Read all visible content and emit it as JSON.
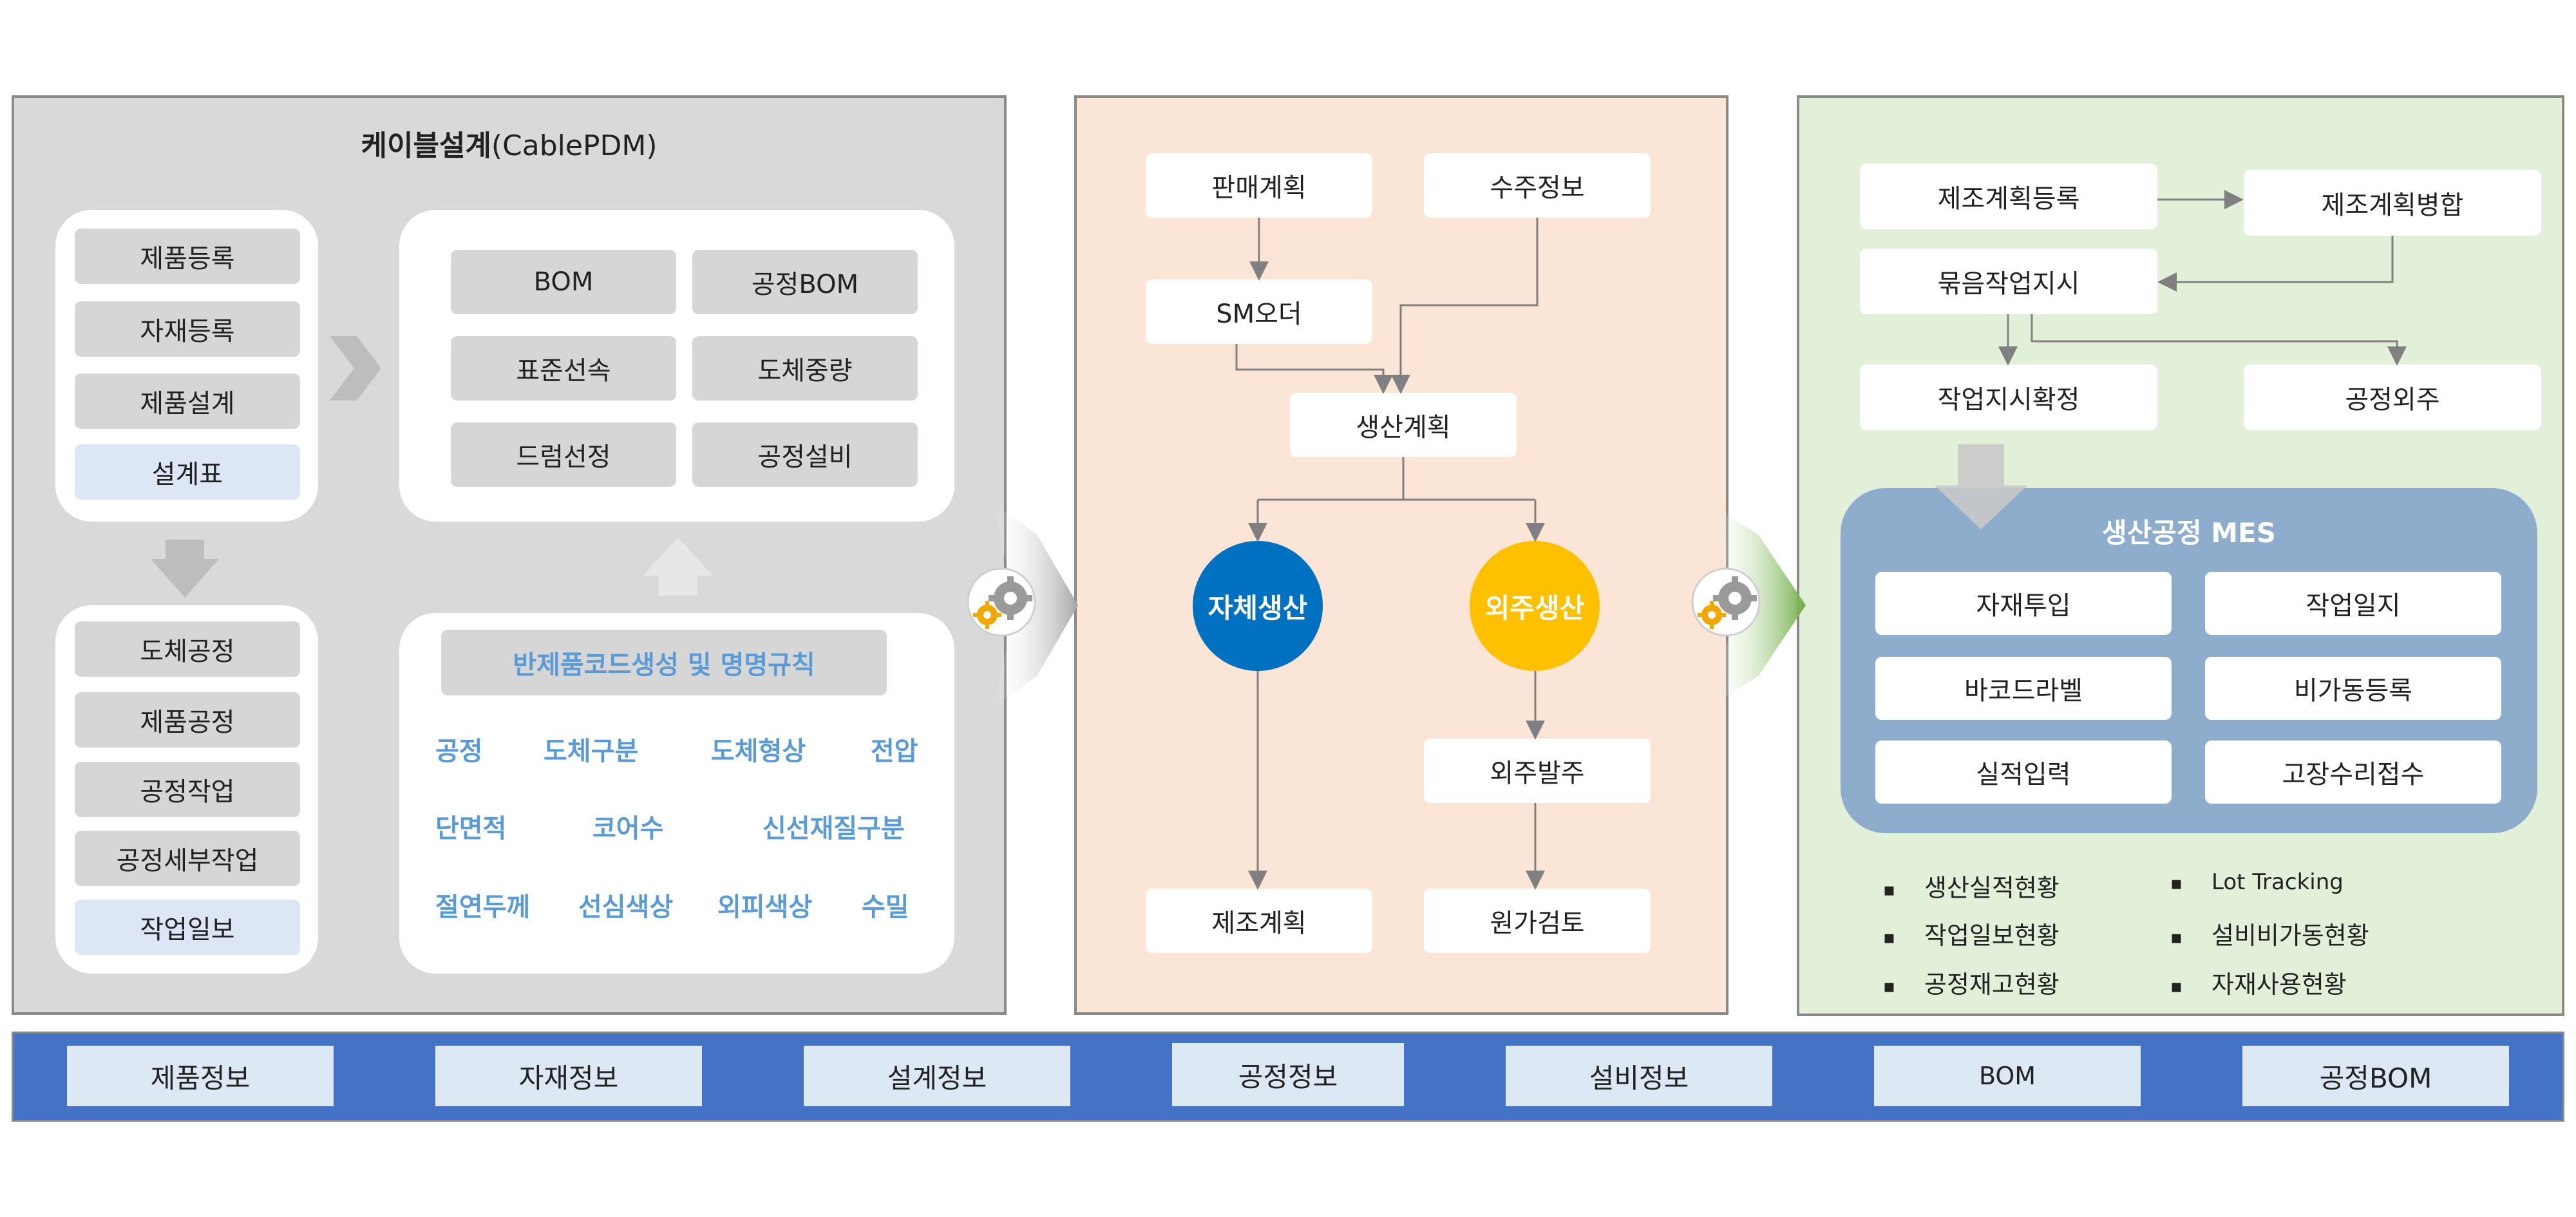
{
  "cable_design": {
    "title_bold": "케이블설계",
    "title_rest": "(CablePDM)",
    "list_top": [
      "제품등록",
      "자재등록",
      "제품설계",
      "설계표"
    ],
    "list_bottom": [
      "도체공정",
      "제품공정",
      "공정작업",
      "공정세부작업",
      "작업일보"
    ],
    "grid": [
      "BOM",
      "공정BOM",
      "표준선속",
      "도체중량",
      "드럼선정",
      "공정설비"
    ],
    "code_title": "반제품코드생성 및 명명규칙",
    "code_items": [
      "공정",
      "도체구분",
      "도체형상",
      "전압",
      "단면적",
      "코어수",
      "신선재질구분",
      "절연두께",
      "선심색상",
      "외피색상",
      "수밀"
    ]
  },
  "planning": {
    "sales_plan": "판매계획",
    "order_info": "수주정보",
    "sm_order": "SM오더",
    "production_plan": "생산계획",
    "in_house": "자체생산",
    "outsourced": "외주생산",
    "outsource_order": "외주발주",
    "manufacturing_plan": "제조계획",
    "cost_review": "원가검토"
  },
  "mes": {
    "mfg_register": "제조계획등록",
    "mfg_merge": "제조계획병합",
    "bundle_instruction": "묶음작업지시",
    "instruction_confirm": "작업지시확정",
    "process_outsource": "공정외주",
    "panel_title": "생산공정 MES",
    "panel_items": [
      "자재투입",
      "작업일지",
      "바코드라벨",
      "비가동등록",
      "실적입력",
      "고장수리접수"
    ],
    "reports": [
      "생산실적현황",
      "Lot Tracking",
      "작업일보현황",
      "설비비가동현황",
      "공정재고현황",
      "자재사용현황"
    ]
  },
  "master_bar": [
    "제품정보",
    "자재정보",
    "설계정보",
    "공정정보",
    "설비정보",
    "BOM",
    "공정BOM"
  ],
  "colors": {
    "panel_gray": "#d9d9d9",
    "panel_peach": "#fbe5d6",
    "panel_green": "#e2f0d9",
    "mes_blue": "#8eaccb",
    "circle_blue": "#0070c0",
    "circle_yellow": "#ffc000",
    "bar_blue": "#4472c4",
    "code_text": "#5b9bd5"
  },
  "icons": [
    "gear-icon",
    "chevron-right-icon",
    "arrow-down-icon",
    "arrow-up-icon"
  ]
}
